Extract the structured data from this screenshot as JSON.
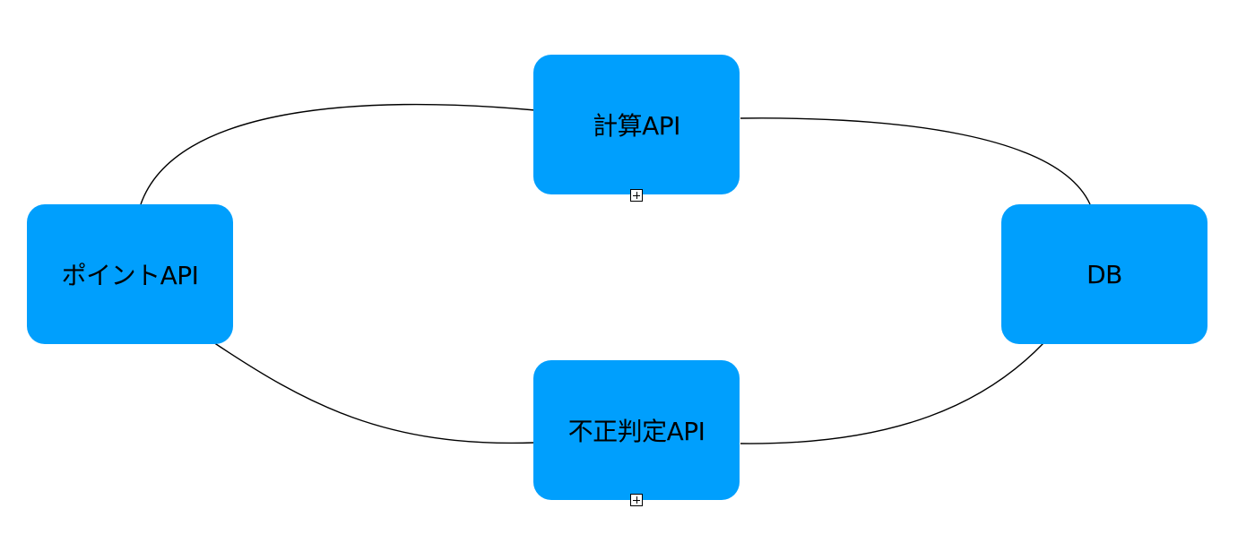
{
  "diagram": {
    "node_color": "#009ffd",
    "edge_color": "#000000",
    "nodes": {
      "calc_api": {
        "label": "計算API",
        "collapsed": true
      },
      "point_api": {
        "label": "ポイントAPI"
      },
      "db": {
        "label": "DB"
      },
      "fraud_api": {
        "label": "不正判定API",
        "collapsed": true
      }
    },
    "edges": [
      {
        "from": "point_api",
        "to": "calc_api"
      },
      {
        "from": "calc_api",
        "to": "db"
      },
      {
        "from": "point_api",
        "to": "fraud_api"
      },
      {
        "from": "fraud_api",
        "to": "db"
      }
    ]
  }
}
